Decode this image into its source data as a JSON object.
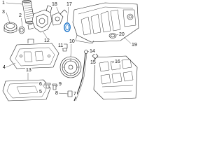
{
  "diagram": {
    "callouts": [
      "1",
      "3",
      "2",
      "18",
      "17",
      "12",
      "19",
      "20",
      "14",
      "15",
      "16",
      "4",
      "11",
      "10",
      "13",
      "6",
      "5",
      "9",
      "8",
      "7"
    ],
    "highlight_color": "#1a73c9",
    "line_color": "#222222"
  }
}
